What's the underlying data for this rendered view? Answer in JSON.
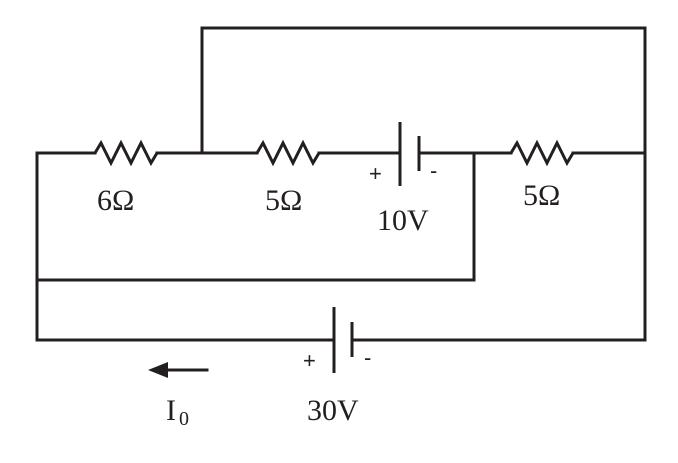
{
  "labels": {
    "r1": "6Ω",
    "r2": "5Ω",
    "r3": "5Ω",
    "battery1": "10V",
    "battery2": "30V",
    "current_main": "I",
    "current_sub": "0"
  },
  "signs": {
    "plus": "+",
    "minus": "-"
  },
  "colors": {
    "ink": "#231f20"
  }
}
